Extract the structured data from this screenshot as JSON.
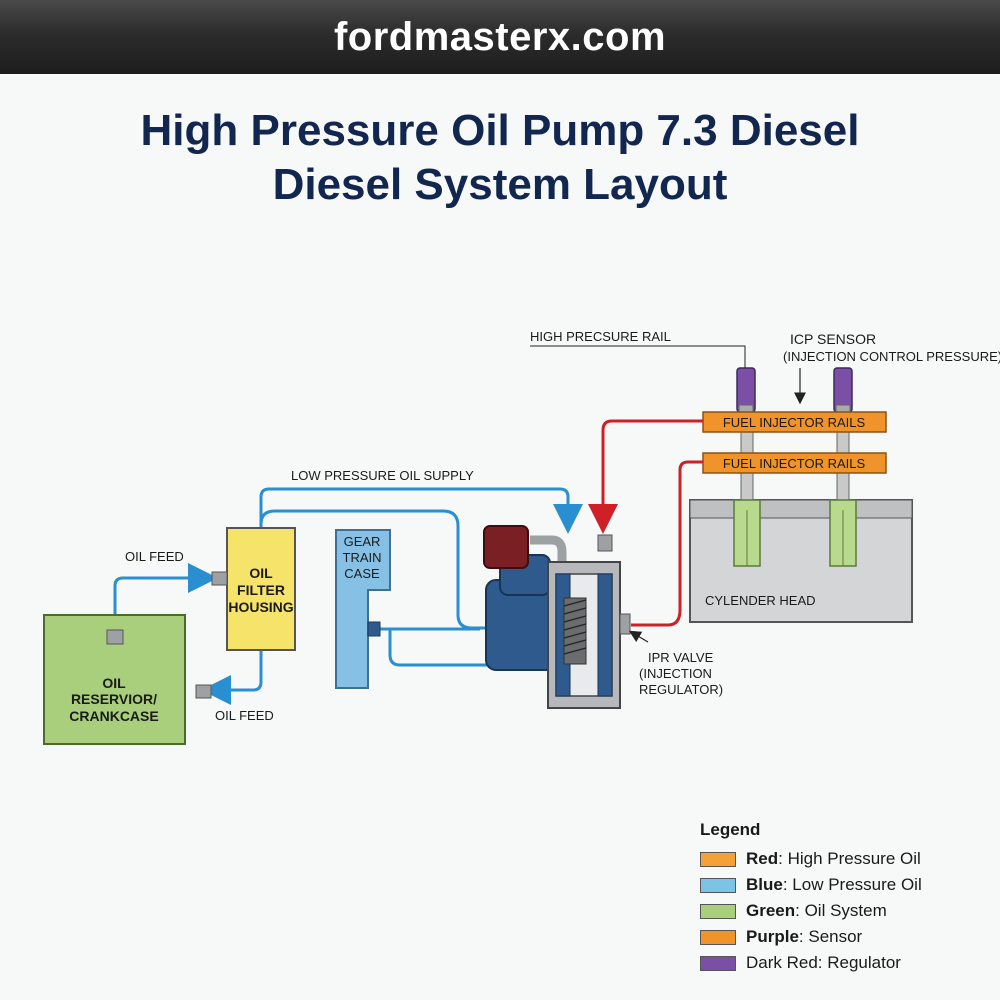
{
  "header": {
    "site": "fordmasterx.com"
  },
  "title": {
    "line1": "High Pressure Oil Pump 7.3 Diesel",
    "line2": "Diesel System Layout"
  },
  "labels": {
    "high_pressure_rail": "HIGH PRECSURE RAIL",
    "icp_sensor": "ICP SENSOR",
    "icp_sensor_sub": "(INJECTION CONTROL PRESSURE)",
    "fuel_injector_rails_1": "FUEL INJECTOR RAILS",
    "fuel_injector_rails_2": "FUEL INJECTOR RAILS",
    "low_pressure_supply": "LOW PRESSURE OIL SUPPLY",
    "oil_feed_top": "OIL FEED",
    "oil_feed_bottom": "OIL FEED",
    "oil_filter_line1": "OIL",
    "oil_filter_line2": "FILTER",
    "oil_filter_line3": "HOUSING",
    "gear_train_line1": "GEAR",
    "gear_train_line2": "TRAIN",
    "gear_train_line3": "CASE",
    "cylinder_head": "CYLENDER HEAD",
    "ipr_line1": "IPR VALVE",
    "ipr_line2": "(INJECTION",
    "ipr_line3": "REGULATOR)",
    "reservoir_line1": "OIL",
    "reservoir_line2": "RESERVIOR/",
    "reservoir_line3": "CRANKCASE"
  },
  "legend": {
    "title": "Legend",
    "items": [
      {
        "key": "Red",
        "desc": ": High Pressure Oil",
        "color": "#f5a13a"
      },
      {
        "key": "Blue",
        "desc": ": Low Pressure Oil",
        "color": "#7cc4e6"
      },
      {
        "key": "Green",
        "desc": ": Oil System",
        "color": "#a9cf7d"
      },
      {
        "key": "Purple",
        "desc": ": Sensor",
        "color": "#f0932b"
      },
      {
        "key": "",
        "desc": "Dark Red: Regulator",
        "color": "#7b4fa6"
      }
    ]
  },
  "colors": {
    "high_pressure_line": "#cf2027",
    "low_pressure_line": "#2a8fd0",
    "reservoir": "#a9cf7d",
    "filter": "#f6e46a",
    "gear_case": "#86c0e5",
    "rail": "#f0932b",
    "sensor": "#7b4fa6",
    "cylinder_head": "#d4d5d7",
    "injector": "#b7da8c",
    "pump": "#2e5a8e",
    "regulator": "#7a1f24"
  }
}
